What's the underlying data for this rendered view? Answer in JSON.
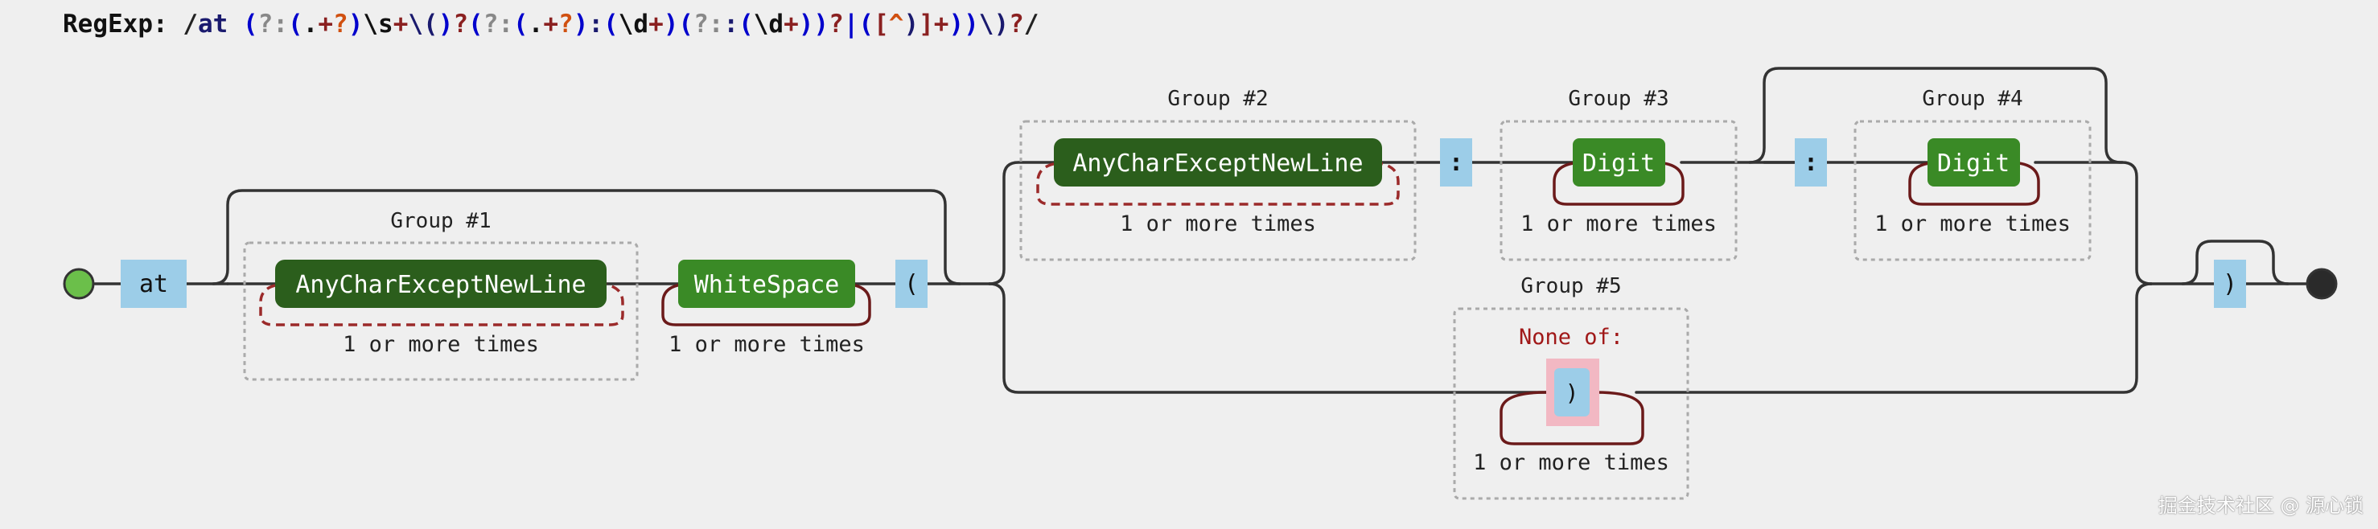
{
  "header": {
    "label": "RegExp:",
    "pattern": [
      {
        "t": "/",
        "c": "#222222"
      },
      {
        "t": "at ",
        "c": "#1a1a6e"
      },
      {
        "t": "(",
        "c": "#0000cc"
      },
      {
        "t": "?:",
        "c": "#888888"
      },
      {
        "t": "(",
        "c": "#0000cc"
      },
      {
        "t": ".",
        "c": "#111111"
      },
      {
        "t": "+",
        "c": "#8a2020"
      },
      {
        "t": "?",
        "c": "#d05010"
      },
      {
        "t": ")",
        "c": "#0000cc"
      },
      {
        "t": "\\s",
        "c": "#111111"
      },
      {
        "t": "+",
        "c": "#8a2020"
      },
      {
        "t": "\\(",
        "c": "#1a1a6e"
      },
      {
        "t": ")",
        "c": "#0000cc"
      },
      {
        "t": "?",
        "c": "#8a2020"
      },
      {
        "t": "(",
        "c": "#0000cc"
      },
      {
        "t": "?:",
        "c": "#888888"
      },
      {
        "t": "(",
        "c": "#0000cc"
      },
      {
        "t": ".",
        "c": "#111111"
      },
      {
        "t": "+",
        "c": "#8a2020"
      },
      {
        "t": "?",
        "c": "#d05010"
      },
      {
        "t": ")",
        "c": "#0000cc"
      },
      {
        "t": ":",
        "c": "#1a1a6e"
      },
      {
        "t": "(",
        "c": "#0000cc"
      },
      {
        "t": "\\d",
        "c": "#111111"
      },
      {
        "t": "+",
        "c": "#8a2020"
      },
      {
        "t": ")",
        "c": "#0000cc"
      },
      {
        "t": "(",
        "c": "#0000cc"
      },
      {
        "t": "?:",
        "c": "#888888"
      },
      {
        "t": ":",
        "c": "#1a1a6e"
      },
      {
        "t": "(",
        "c": "#0000cc"
      },
      {
        "t": "\\d",
        "c": "#111111"
      },
      {
        "t": "+",
        "c": "#8a2020"
      },
      {
        "t": "))",
        "c": "#0000cc"
      },
      {
        "t": "?",
        "c": "#8a2020"
      },
      {
        "t": "|",
        "c": "#0000cc"
      },
      {
        "t": "(",
        "c": "#0000cc"
      },
      {
        "t": "[",
        "c": "#8a2020"
      },
      {
        "t": "^",
        "c": "#d05010"
      },
      {
        "t": ")",
        "c": "#1a1a6e"
      },
      {
        "t": "]",
        "c": "#8a2020"
      },
      {
        "t": "+",
        "c": "#8a2020"
      },
      {
        "t": "))",
        "c": "#0000cc"
      },
      {
        "t": "\\)",
        "c": "#1a1a6e"
      },
      {
        "t": "?",
        "c": "#8a2020"
      },
      {
        "t": "/",
        "c": "#222222"
      }
    ]
  },
  "diagram": {
    "literal_at": "at",
    "group1": {
      "label": "Group #1",
      "node": "AnyCharExceptNewLine",
      "repeat": "1 or more times"
    },
    "whitespace": {
      "node": "WhiteSpace",
      "repeat": "1 or more times"
    },
    "literal_open_paren": "(",
    "group2": {
      "label": "Group #2",
      "node": "AnyCharExceptNewLine",
      "repeat": "1 or more times"
    },
    "literal_colon_1": ":",
    "group3": {
      "label": "Group #3",
      "node": "Digit",
      "repeat": "1 or more times"
    },
    "literal_colon_2": ":",
    "group4": {
      "label": "Group #4",
      "node": "Digit",
      "repeat": "1 or more times"
    },
    "group5": {
      "label": "Group #5",
      "none_of_label": "None of:",
      "char": ")",
      "repeat": "1 or more times"
    },
    "literal_close_paren": ")"
  },
  "watermark": "掘金技术社区 @ 源心锁",
  "colors": {
    "background": "#efefef",
    "literal_fill": "#9ccde8",
    "any_char_fill": "#2b5e1c",
    "class_fill": "#3a8a26",
    "group_border": "#aaaaaa",
    "lazy_loop": "#9b2a2a",
    "greedy_loop": "#6b1a1a",
    "none_of_text": "#a01818",
    "none_of_fill": "#f2b8c3",
    "line": "#333333"
  }
}
